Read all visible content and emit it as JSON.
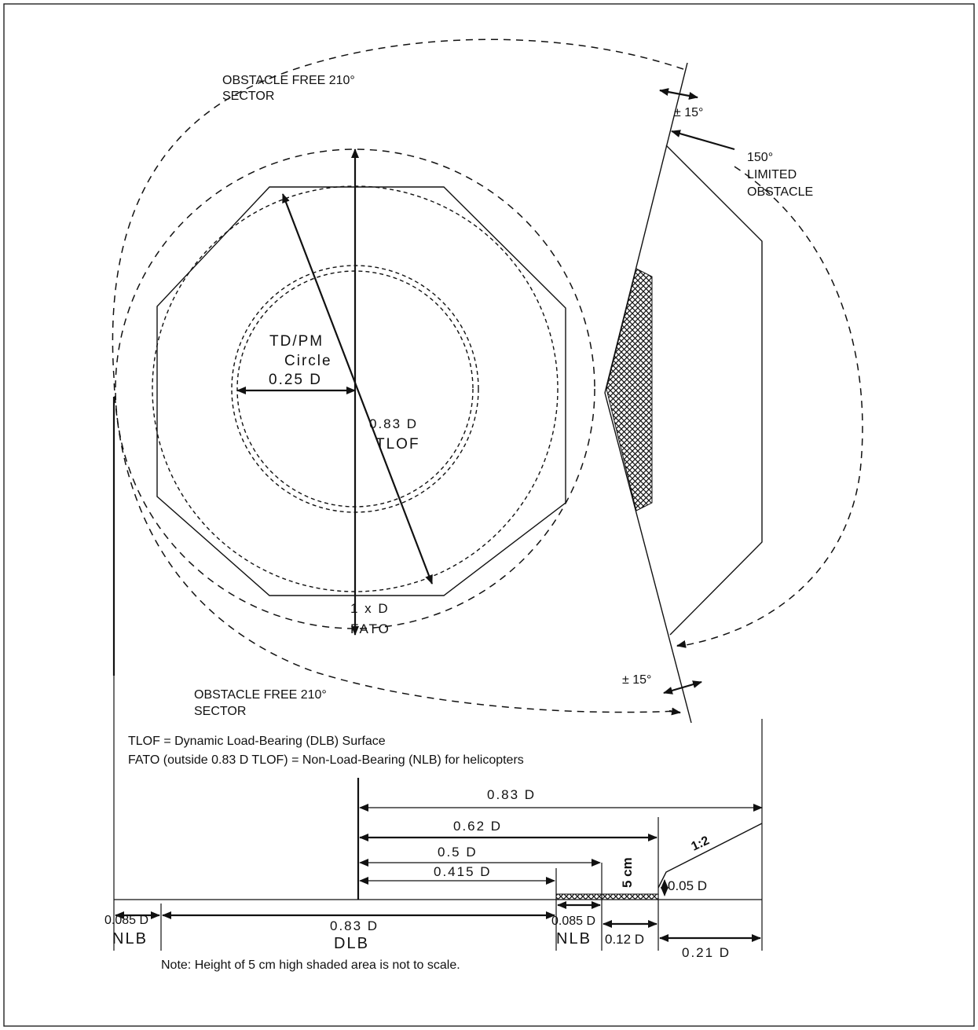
{
  "labels": {
    "sector_top_1": "OBSTACLE FREE 210°",
    "sector_top_2": "SECTOR",
    "sector_bottom_1": "OBSTACLE FREE 210°",
    "sector_bottom_2": "SECTOR",
    "angle_top": "± 15°",
    "angle_bottom": "± 15°",
    "limited_1": "150°",
    "limited_2": "LIMITED",
    "limited_3": "OBSTACLE",
    "tdpm_1": "TD/PM",
    "tdpm_2": "Circle",
    "tdpm_3": "0.25 D",
    "tlof_1": "0.83 D",
    "tlof_2": "TLOF",
    "fato_1": "1 x D",
    "fato_2": "FATO",
    "legend_1": "TLOF = Dynamic Load-Bearing (DLB) Surface",
    "legend_2": "FATO (outside 0.83 D TLOF) = Non-Load-Bearing (NLB) for helicopters",
    "note": "Note: Height of 5 cm high shaded area is not to scale."
  },
  "section": {
    "dim_083_top": "0.83 D",
    "dim_062": "0.62 D",
    "dim_05": "0.5 D",
    "dim_0415": "0.415 D",
    "dim_5cm": "5 cm",
    "dim_005": "0.05 D",
    "slope": "1:2",
    "dim_0085_left": "0.085 D",
    "nlb_left": "NLB",
    "dim_083_dlb": "0.83 D",
    "dlb": "DLB",
    "dim_0085_right": "0.085 D",
    "nlb_right": "NLB",
    "dim_012": "0.12 D",
    "dim_021": "0.21 D"
  }
}
